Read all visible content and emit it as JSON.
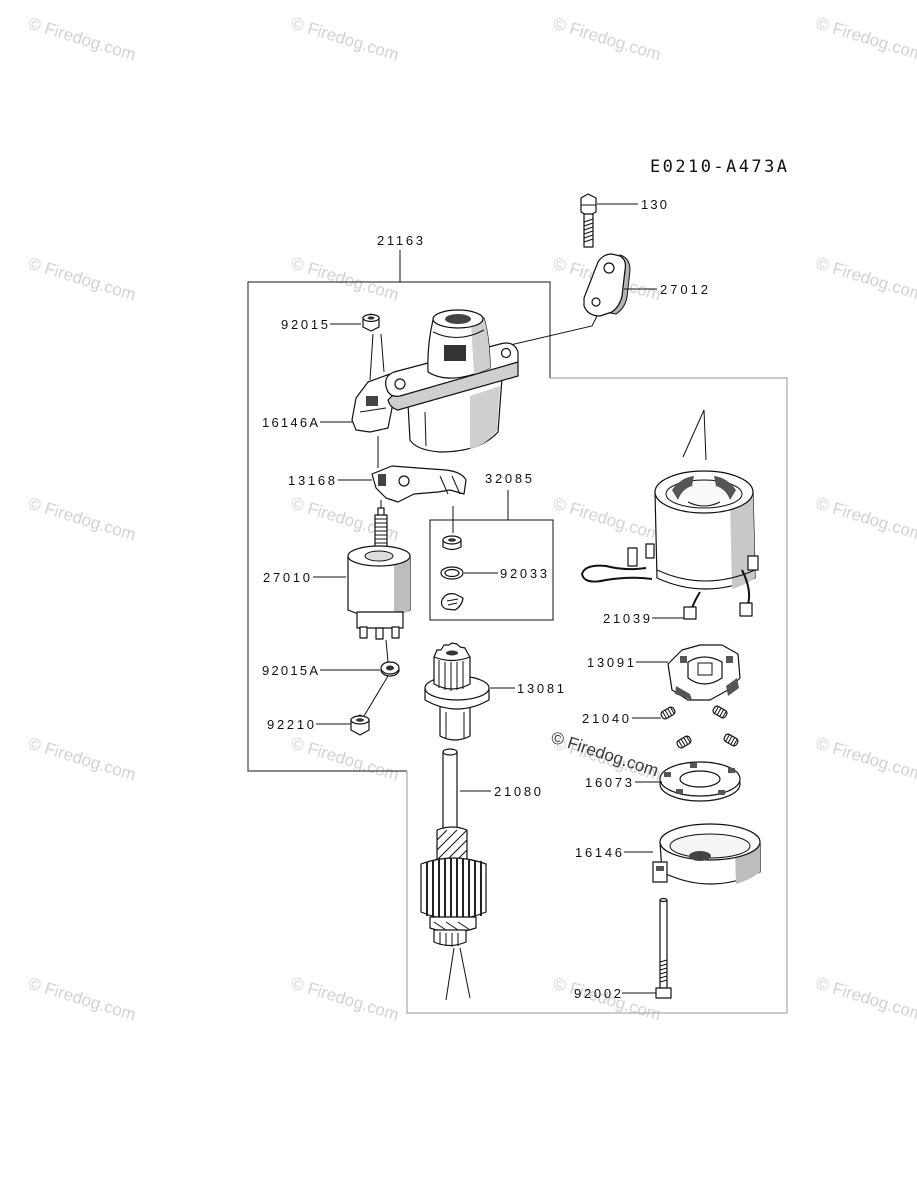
{
  "diagram_code": "E0210-A473A",
  "watermark": "© Firedog.com",
  "part_numbers": [
    "130",
    "27012",
    "21163",
    "92015",
    "16146A",
    "13168",
    "32085",
    "27010",
    "92033",
    "21039",
    "13091",
    "92015A",
    "13081",
    "21040",
    "92210",
    "16073",
    "21080",
    "16146",
    "92002"
  ]
}
